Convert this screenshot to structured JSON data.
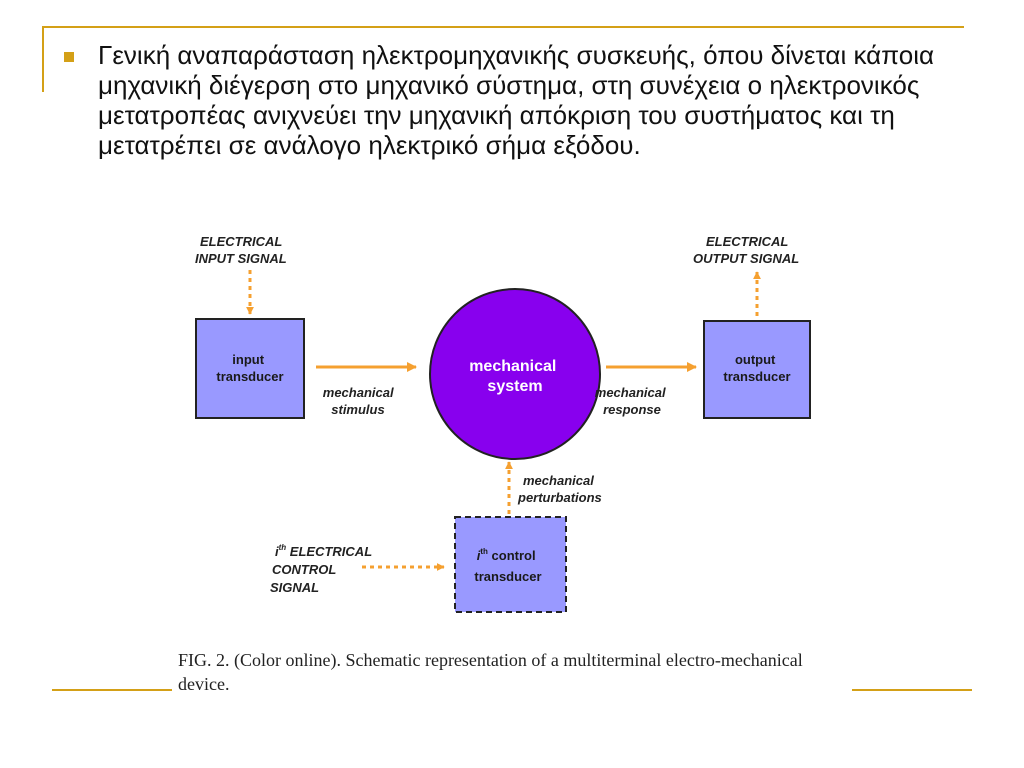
{
  "slide": {
    "bullet_text": "Γενική αναπαράσταση ηλεκτρομηχανικής συσκευής, όπου δίνεται κάποια μηχανική διέγερση στο μηχανικό σύστημα, στη συνέχεια ο ηλεκτρονικός μετατροπέας ανιχνεύει την μηχανική απόκριση του συστήματος και τη μετατρέπει σε ανάλογο ηλεκτρικό σήμα εξόδου.",
    "accent_color": "#d4a017"
  },
  "diagram": {
    "electrical_input_line1": "ELECTRICAL",
    "electrical_input_line2": "INPUT SIGNAL",
    "electrical_output_line1": "ELECTRICAL",
    "electrical_output_line2": "OUTPUT SIGNAL",
    "input_transducer_line1": "input",
    "input_transducer_line2": "transducer",
    "mechanical_system_line1": "mechanical",
    "mechanical_system_line2": "system",
    "output_transducer_line1": "output",
    "output_transducer_line2": "transducer",
    "stimulus_line1": "mechanical",
    "stimulus_line2": "stimulus",
    "response_line1": "mechanical",
    "response_line2": "response",
    "perturbations_line1": "mechanical",
    "perturbations_line2": "perturbations",
    "control_signal_sup": "th",
    "control_signal_line1_rest": " ELECTRICAL",
    "control_signal_line2": "CONTROL",
    "control_signal_line3": "SIGNAL",
    "control_transducer_sup": "th",
    "control_transducer_line1_rest": " control",
    "control_transducer_line2": "transducer",
    "index_letter": "i",
    "colors": {
      "box_fill": "#9999ff",
      "circle_fill": "#8800ee",
      "arrow": "#f5a030"
    }
  },
  "caption": "FIG. 2. (Color online). Schematic representation of a multiterminal electro-mechanical device."
}
